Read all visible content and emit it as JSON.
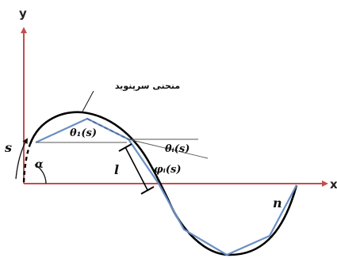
{
  "axes": {
    "y_label": "y",
    "x_label": "x"
  },
  "labels": {
    "curve_name": "منحنی سرپنوید",
    "theta_1": "θ₁(s)",
    "theta_i": "θᵢ(s)",
    "phi_i": "φᵢ(s)",
    "link_length": "l",
    "arc_length": "s",
    "angle_alpha": "α",
    "segment_n": "n"
  },
  "colors": {
    "axis": "#c0504d",
    "curve": "#000000",
    "links": "#6a8fc4",
    "thin_lines": "#555555"
  }
}
